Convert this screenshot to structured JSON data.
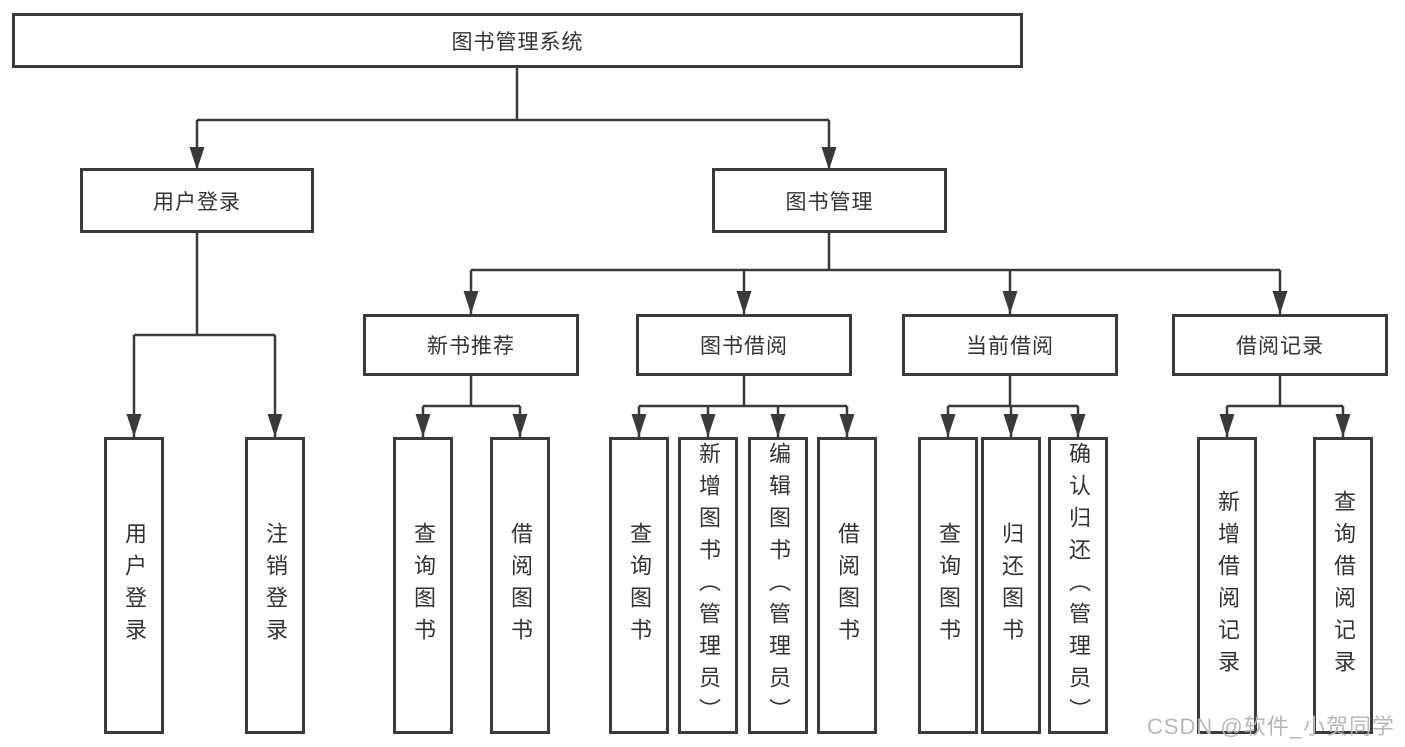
{
  "diagram": {
    "root": "图书管理系统",
    "branches": [
      {
        "label": "用户登录",
        "children": [
          "用户登录",
          "注销登录"
        ]
      },
      {
        "label": "图书管理",
        "groups": [
          {
            "label": "新书推荐",
            "children": [
              "查询图书",
              "借阅图书"
            ]
          },
          {
            "label": "图书借阅",
            "children": [
              "查询图书",
              "新增图书（管理员）",
              "编辑图书（管理员）",
              "借阅图书"
            ]
          },
          {
            "label": "当前借阅",
            "children": [
              "查询图书",
              "归还图书",
              "确认归还（管理员）"
            ]
          },
          {
            "label": "借阅记录",
            "children": [
              "新增借阅记录",
              "查询借阅记录"
            ]
          }
        ]
      }
    ]
  },
  "watermark": "CSDN @软件_小贺同学",
  "colors": {
    "line": "#3a3a3a",
    "box_border": "#3a3a3a",
    "text": "#333333",
    "watermark": "#b8b8b8",
    "background": "#ffffff"
  }
}
